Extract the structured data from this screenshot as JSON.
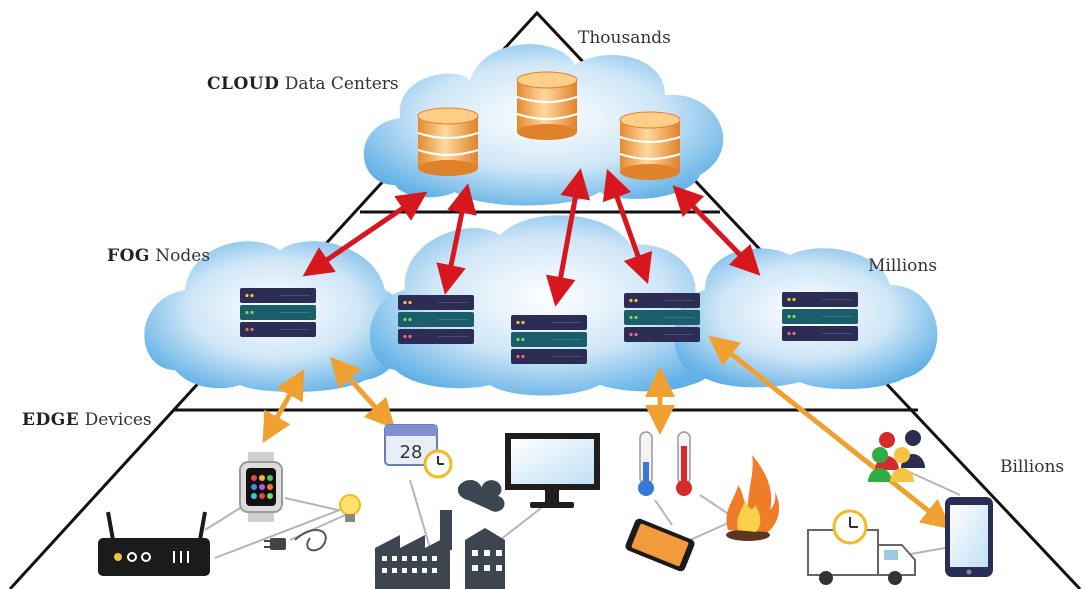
{
  "tiers": {
    "cloud": {
      "bold": "CLOUD",
      "rest": " Data Centers",
      "count": "Thousands"
    },
    "fog": {
      "bold": "FOG",
      "rest": " Nodes",
      "count": "Millions"
    },
    "edge": {
      "bold": "EDGE",
      "rest": " Devices",
      "count": "Billions"
    }
  },
  "calendar_day": "28",
  "colors": {
    "cloud_arrow": "#d7161e",
    "edge_arrow": "#f0a030",
    "cloud_fill": "#8ec7ee",
    "server": "#2b2d55",
    "server_teal": "#1b5d6a",
    "database": "#f2a65a"
  },
  "icons": [
    "watch-icon",
    "calendar-icon",
    "router-icon",
    "lightbulb-icon",
    "plug-icon",
    "factory-icon",
    "monitor-icon",
    "thermometer-icon",
    "fire-icon",
    "smartphone-icon",
    "people-icon",
    "truck-icon",
    "clock-icon"
  ]
}
